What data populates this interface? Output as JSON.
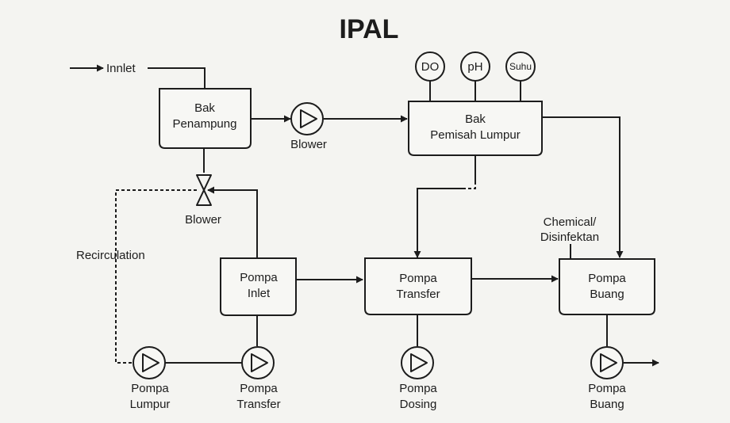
{
  "title": "IPAL",
  "inlet": "Innlet",
  "recirculation": "Recirculation",
  "chemical": [
    "Chemical/",
    "Disinfektan"
  ],
  "tanks": {
    "bak_penampung": [
      "Bak",
      "Penampung"
    ],
    "bak_pemisah": [
      "Bak",
      "Pemisah Lumpur"
    ],
    "pompa_inlet": [
      "Pompa",
      "Inlet"
    ],
    "pompa_transfer": [
      "Pompa",
      "Transfer"
    ],
    "pompa_buang": [
      "Pompa",
      "Buang"
    ]
  },
  "sensors": {
    "do": "DO",
    "ph": "pH",
    "suhu": "Suhu"
  },
  "pumps": {
    "blower_top": [
      "Blower"
    ],
    "valve_blower": [
      "Blower"
    ],
    "pompa_lumpur": [
      "Pompa",
      "Lumpur"
    ],
    "pompa_transfer_bottom": [
      "Pompa",
      "Transfer"
    ],
    "pompa_dosing": [
      "Pompa",
      "Dosing"
    ],
    "pompa_buang_bottom": [
      "Pompa",
      "Buang"
    ]
  },
  "colors": {
    "stroke": "#1c1c1c",
    "background": "#f4f4f1",
    "fill": "#f7f7f4"
  }
}
